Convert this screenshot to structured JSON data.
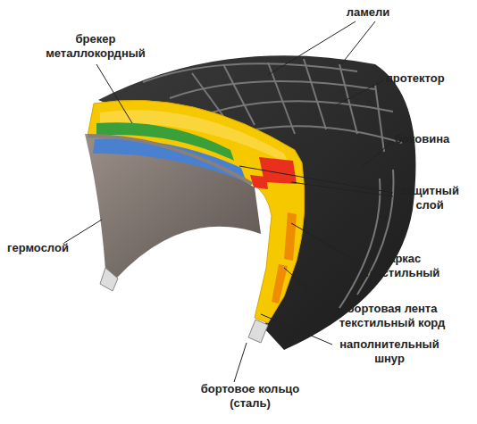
{
  "diagram": {
    "labels": [
      "ламели",
      "брекер металлокордный",
      "протектор",
      "боковина",
      "защитный слой",
      "гермослой",
      "каркас текстильный",
      "бортовая лента текстильный корд",
      "наполнительный шнур",
      "бортовое кольцо (сталь)"
    ]
  }
}
